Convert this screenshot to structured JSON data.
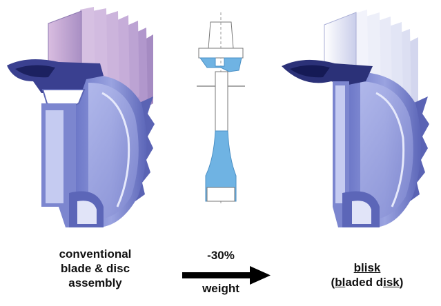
{
  "labels": {
    "conventional": [
      "conventional",
      "blade & disc",
      "assembly"
    ],
    "change": "-30%",
    "metric": "weight",
    "blisk_title": "blisk",
    "blisk_sub_open": "(",
    "blisk_sub_bl": "bl",
    "blisk_sub_mid": "aded d",
    "blisk_sub_isk": "isk",
    "blisk_sub_close": ")"
  },
  "colors": {
    "disc_body": "#8e97d8",
    "disc_light": "#c7cdf2",
    "disc_dark": "#2b3178",
    "blade_pink": "#c7a9d3",
    "blade_edge": "#8d79b0",
    "blisk_blade": "#e9ecf8",
    "section_blue": "#6fb3e3",
    "arrow": "#000000"
  }
}
